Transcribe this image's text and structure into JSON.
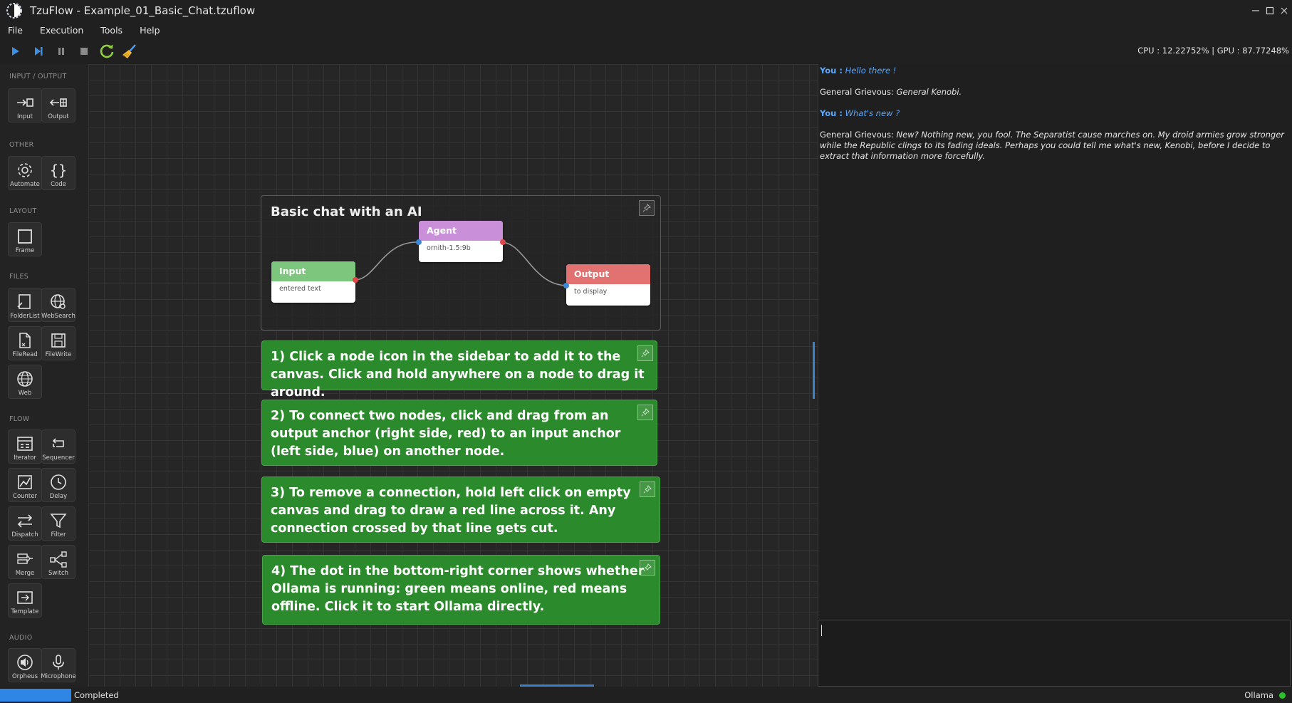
{
  "window": {
    "title": "TzuFlow - Example_01_Basic_Chat.tzuflow",
    "controls": [
      "minimize",
      "maximize",
      "close"
    ]
  },
  "menu": [
    "File",
    "Execution",
    "Tools",
    "Help"
  ],
  "toolbar": {
    "buttons": [
      "run",
      "step",
      "pause",
      "stop",
      "reload",
      "clean"
    ],
    "perf": "CPU : 12.22752% | GPU : 87.77248%"
  },
  "sidebar": {
    "sections": [
      {
        "label": "INPUT / OUTPUT",
        "items": [
          "Input",
          "Output"
        ]
      },
      {
        "label": "OTHER",
        "items": [
          "Automate",
          "Code"
        ]
      },
      {
        "label": "LAYOUT",
        "items": [
          "Frame"
        ]
      },
      {
        "label": "FILES",
        "items": [
          "FolderList",
          "WebSearch",
          "FileRead",
          "FileWrite",
          "Web"
        ]
      },
      {
        "label": "FLOW",
        "items": [
          "Iterator",
          "Sequencer",
          "Counter",
          "Delay",
          "Dispatch",
          "Filter",
          "Merge",
          "Switch",
          "Template"
        ]
      },
      {
        "label": "AUDIO",
        "items": [
          "Orpheus",
          "Microphone"
        ]
      }
    ]
  },
  "canvas": {
    "frame": {
      "title": "Basic chat with an AI",
      "nodes": [
        {
          "id": "input",
          "title": "Input",
          "sub": "entered text",
          "color": "#7dc67d"
        },
        {
          "id": "agent",
          "title": "Agent",
          "sub": "ornith-1.5:9b",
          "color": "#c98fd9"
        },
        {
          "id": "output",
          "title": "Output",
          "sub": "to display",
          "color": "#e27272"
        }
      ]
    },
    "notes": [
      "1) Click a node icon in the sidebar to add it to the canvas. Click and hold anywhere on a node to drag it around.",
      "2) To connect two nodes, click and drag from an output anchor (right side, red) to an input anchor (left side, blue) on another node.",
      "3) To remove a connection, hold left click on empty canvas and drag to draw a red line across it. Any connection crossed by that line gets cut.",
      "4) The dot in the bottom-right corner shows whether Ollama is running: green means online, red means offline. Click it to start Ollama directly."
    ]
  },
  "chat": {
    "messages": [
      {
        "speaker": "You :",
        "text": "Hello there !"
      },
      {
        "speaker": "General Grievous:",
        "text": "General Kenobi."
      },
      {
        "speaker": "You :",
        "text": "What's new ?"
      },
      {
        "speaker": "General Grievous:",
        "text": "New? Nothing new, you fool. The Separatist cause marches on. My droid armies grow stronger while the Republic clings to its fading ideals. Perhaps you could tell me what's new, Kenobi, before I decide to extract that information more forcefully."
      }
    ],
    "input_value": ""
  },
  "status": {
    "text": "Completed",
    "ollama_label": "Ollama",
    "ollama_state": "online",
    "colors": {
      "online": "#2cc02c",
      "progress": "#2f86e4"
    }
  }
}
